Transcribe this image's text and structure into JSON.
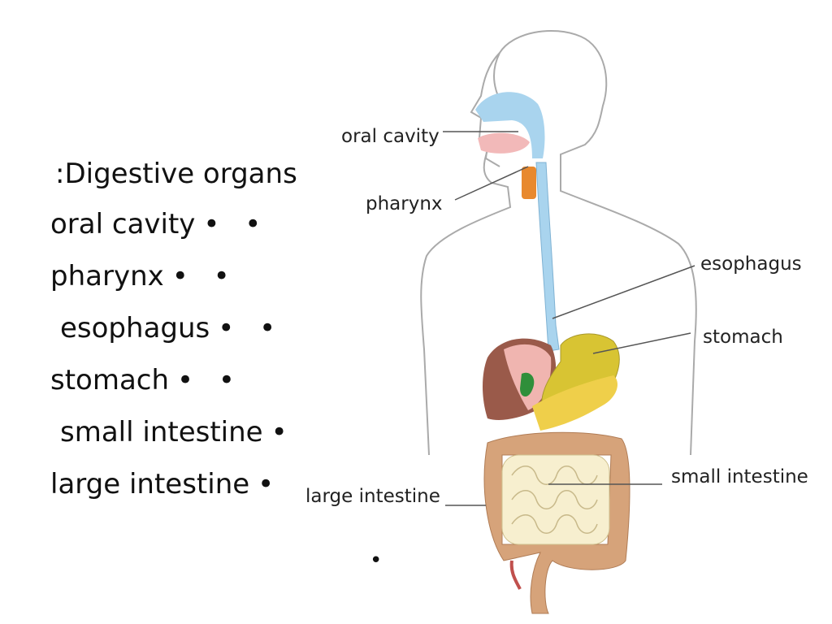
{
  "text": {
    "title": ":Digestive organs",
    "bullets": [
      {
        "label": "oral cavity",
        "marker": "• •"
      },
      {
        "label": "pharynx",
        "marker": "• •"
      },
      {
        "label": "esophagus",
        "marker": "• •"
      },
      {
        "label": "stomach",
        "marker": "• •"
      },
      {
        "label": "small intestine",
        "marker": "•"
      },
      {
        "label": "large intestine",
        "marker": "•"
      }
    ]
  },
  "diagram": {
    "labels": {
      "oral_cavity": "oral cavity",
      "pharynx": "pharynx",
      "esophagus": "esophagus",
      "stomach": "stomach",
      "small_intestine": "small intestine",
      "large_intestine": "large intestine"
    },
    "stray_marker": "•"
  },
  "colors": {
    "esophagus": "#a9d4ee",
    "mouth": "#f2b9b9",
    "pharynx": "#e8892e",
    "liver": "#9a5a4a",
    "liver_light": "#f0b5b0",
    "gallbladder": "#2f8f3a",
    "stomach": "#d8c433",
    "pancreas": "#efcf4a",
    "small_intestine": "#f7efcf",
    "large_intestine": "#d6a37a",
    "outline": "#999999"
  }
}
